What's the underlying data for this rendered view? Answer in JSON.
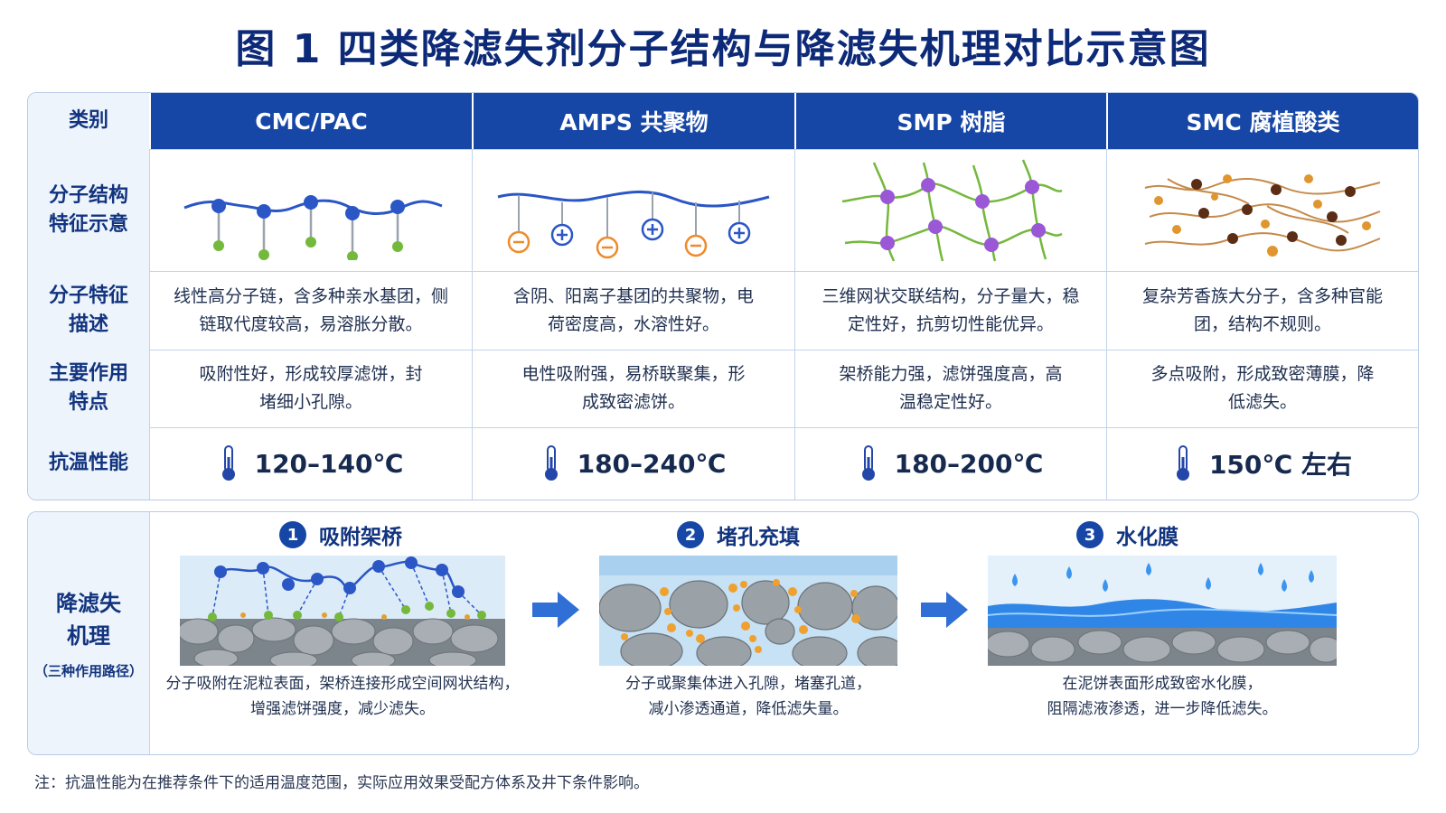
{
  "title": "图 1  四类降滤失剂分子结构与降滤失机理对比示意图",
  "table": {
    "header": {
      "category_label": "类别",
      "columns": [
        "CMC/PAC",
        "AMPS 共聚物",
        "SMP 树脂",
        "SMC 腐植酸类"
      ]
    },
    "rows": {
      "structure": {
        "label": "分子结构特征示意"
      },
      "feature": {
        "label": "分子特征描述",
        "values": [
          "线性高分子链，含多种亲水基团，侧链取代度较高，易溶胀分散。",
          "含阴、阳离子基团的共聚物，电荷密度高，水溶性好。",
          "三维网状交联结构，分子量大，稳定性好，抗剪切性能优异。",
          "复杂芳香族大分子，含多种官能团，结构不规则。"
        ]
      },
      "action": {
        "label": "主要作用特点",
        "values": [
          "吸附性好，形成较厚滤饼，封堵细小孔隙。",
          "电性吸附强，易桥联聚集，形成致密滤饼。",
          "架桥能力强，滤饼强度高，高温稳定性好。",
          "多点吸附，形成致密薄膜，降低滤失。"
        ]
      },
      "temperature": {
        "label": "抗温性能",
        "values": [
          "120–140℃",
          "180–240℃",
          "180–200℃",
          "150℃ 左右"
        ]
      }
    }
  },
  "mechanism": {
    "label": "降滤失机理",
    "sublabel": "（三种作用路径）",
    "steps": [
      {
        "num": "1",
        "title": "吸附架桥",
        "desc_line1": "分子吸附在泥粒表面，架桥连接形成空间网状结构，",
        "desc_line2": "增强滤饼强度，减少滤失。"
      },
      {
        "num": "2",
        "title": "堵孔充填",
        "desc_line1": "分子或聚集体进入孔隙，堵塞孔道，",
        "desc_line2": "减小渗透通道，降低滤失量。"
      },
      {
        "num": "3",
        "title": "水化膜",
        "desc_line1": "在泥饼表面形成致密水化膜，",
        "desc_line2": "阻隔滤液渗透，进一步降低滤失。"
      }
    ]
  },
  "note": "注：抗温性能为在推荐条件下的适用温度范围，实际应用效果受配方体系及井下条件影响。",
  "colors": {
    "header_blue": "#1747a6",
    "title_blue": "#0d2a78",
    "label_bg": "#eef4fc",
    "chain_blue": "#2a56c6",
    "bead_green": "#74b83c",
    "node_purple": "#9a57d6",
    "anion_orange": "#ef8a2a",
    "humic_brown": "#5b2d14",
    "water_blue": "#2f86e6"
  },
  "icons": [
    "thermometer-icon",
    "arrow-right-icon",
    "minus-sign-icon",
    "plus-sign-icon"
  ]
}
